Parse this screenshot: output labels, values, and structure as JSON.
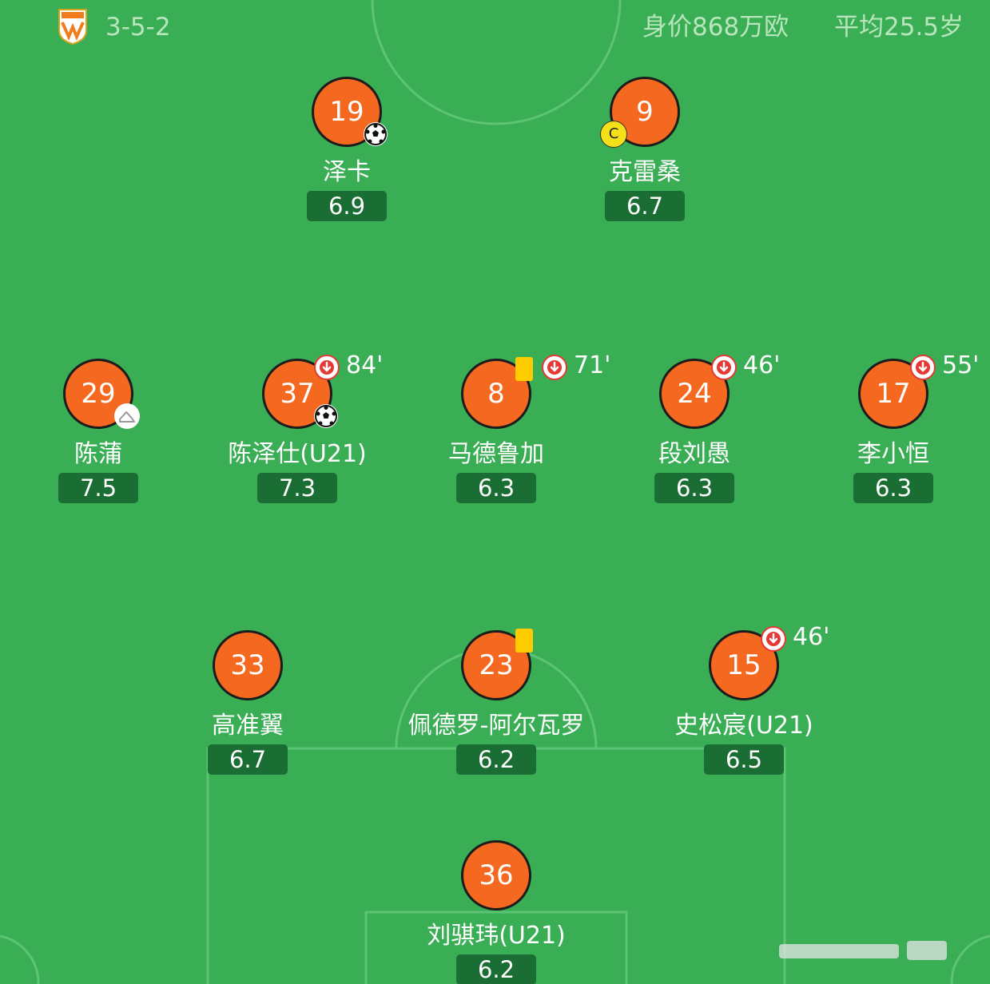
{
  "header": {
    "formation": "3-5-2",
    "value": "身价868万欧",
    "age": "平均25.5岁"
  },
  "players": [
    {
      "id": "p19",
      "number": "19",
      "name": "泽卡",
      "rating": "6.9",
      "events": [
        "goal"
      ]
    },
    {
      "id": "p9",
      "number": "9",
      "name": "克雷桑",
      "rating": "6.7",
      "events": [
        "captain"
      ]
    },
    {
      "id": "p29",
      "number": "29",
      "name": "陈蒲",
      "rating": "7.5",
      "events": [
        "assist"
      ]
    },
    {
      "id": "p37",
      "number": "37",
      "name": "陈泽仕(U21)",
      "rating": "7.3",
      "events": [
        "goal",
        "sub"
      ],
      "sub_time": "84'"
    },
    {
      "id": "p8",
      "number": "8",
      "name": "马德鲁加",
      "rating": "6.3",
      "events": [
        "yellow",
        "sub"
      ],
      "sub_time": "71'"
    },
    {
      "id": "p24",
      "number": "24",
      "name": "段刘愚",
      "rating": "6.3",
      "events": [
        "sub"
      ],
      "sub_time": "46'"
    },
    {
      "id": "p17",
      "number": "17",
      "name": "李小恒",
      "rating": "6.3",
      "events": [
        "sub"
      ],
      "sub_time": "55'"
    },
    {
      "id": "p33",
      "number": "33",
      "name": "高准翼",
      "rating": "6.7",
      "events": []
    },
    {
      "id": "p23",
      "number": "23",
      "name": "佩德罗-阿尔瓦罗",
      "rating": "6.2",
      "events": [
        "yellow"
      ]
    },
    {
      "id": "p15",
      "number": "15",
      "name": "史松宸(U21)",
      "rating": "6.5",
      "events": [
        "sub"
      ],
      "sub_time": "46'"
    },
    {
      "id": "p36",
      "number": "36",
      "name": "刘骐玮(U21)",
      "rating": "6.2",
      "events": []
    }
  ],
  "colors": {
    "pitch": "#3aae55",
    "player_circle": "#f4681f",
    "rating_badge": "#1b6e33",
    "sub_off": "#e53935",
    "yellow_card": "#ffcc00",
    "captain_badge": "#f5e11a"
  },
  "icons": {
    "goal": "soccer-ball-icon",
    "captain": "captain-badge-icon",
    "assist": "boot-icon",
    "sub": "sub-off-arrow-icon",
    "yellow": "yellow-card-icon"
  }
}
